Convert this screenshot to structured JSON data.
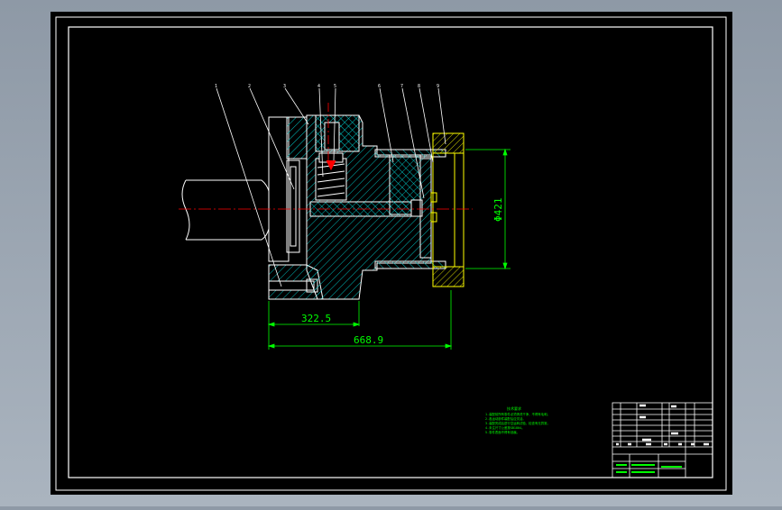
{
  "colors": {
    "background": "#000000",
    "frame": "#ffffff",
    "dimension": "#00ff00",
    "hatch": "#00bfbf",
    "yellow": "#ffff00",
    "center": "#ff0000"
  },
  "balloons": [
    "1",
    "2",
    "3",
    "4",
    "5",
    "6",
    "7",
    "8",
    "9"
  ],
  "dimensions": {
    "d1": "322.5",
    "d2": "668.9",
    "d3": "Φ421"
  },
  "notes": {
    "title": "技术要求",
    "lines": [
      "1.装配前所有零件必须清洗干净，不得有毛刺。",
      "2.各运动部件装配后应灵活。",
      "3.装配完成后进行空运转试验，检查有无异常。",
      "4.未注尺寸公差按GB1804。",
      "5.零件表面不得有划痕。"
    ]
  }
}
